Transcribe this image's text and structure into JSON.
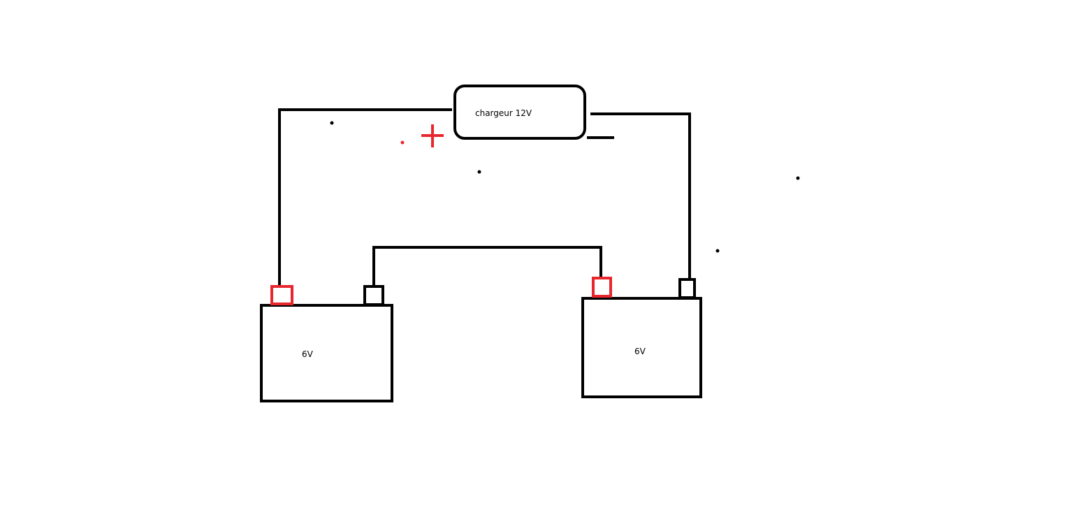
{
  "charger": {
    "label": "chargeur 12V"
  },
  "battery_left": {
    "label": "6V"
  },
  "battery_right": {
    "label": "6V"
  },
  "colors": {
    "line": "#000000",
    "positive": "#e8262e",
    "background": "#ffffff"
  }
}
